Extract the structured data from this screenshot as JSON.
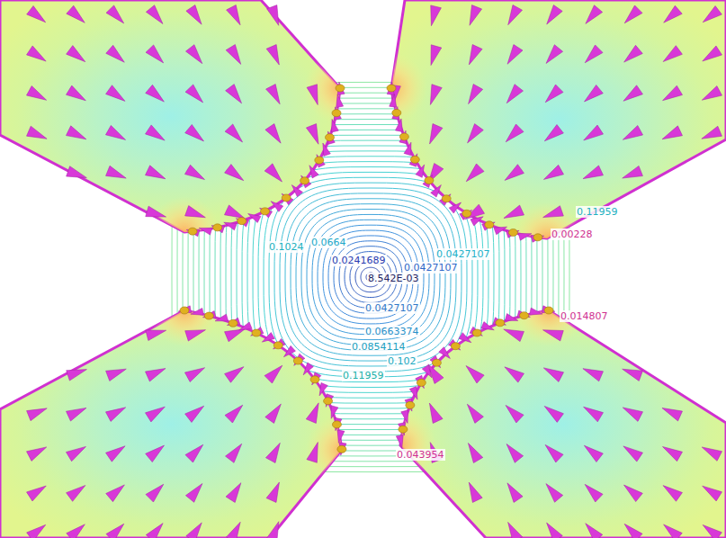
{
  "diagram": {
    "labels": [
      "0.11959",
      "0.00228",
      "0.1024",
      "0.0664",
      "0.0241689",
      "0.0427107",
      "0.0427107",
      "8.542E-03",
      "0.0427107",
      "0.0663374",
      "0.0854114",
      "0.102",
      "0.11959",
      "0.014807",
      "0.043954"
    ]
  }
}
